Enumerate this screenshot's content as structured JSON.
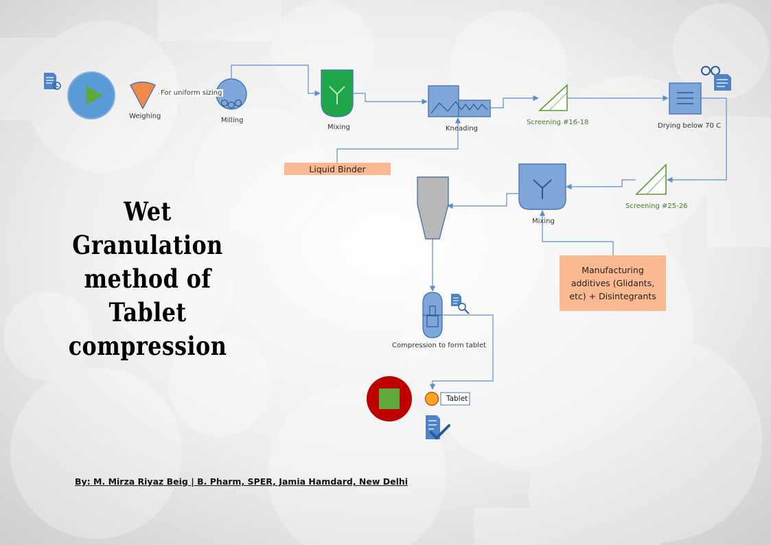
{
  "diagram": {
    "steps": {
      "weighing": "Weighing",
      "uniform_sizing": "For uniform sizing",
      "milling": "Milling",
      "mixing_1": "Mixing",
      "kneading": "Kneading",
      "screening_1": "Screening #16-18",
      "drying": "Drying below 70 C",
      "screening_2": "Screening #25-26",
      "mixing_2": "Mixing",
      "compression": "Compression to form tablet",
      "tablet": "Tablet"
    },
    "inputs": {
      "liquid_binder": "Liquid Binder",
      "additives_line1": "Manufacturing",
      "additives_line2": "additives (Glidants,",
      "additives_line3": "etc) + Disintegrants"
    },
    "title_lines": [
      "Wet Granulation",
      "method of Tablet",
      "compression"
    ],
    "credit": "By: M. Mirza Riyaz Beig | B. Pharm, SPER, Jamia Hamdard, New Delhi",
    "colors": {
      "equipment_blue": "#7fa6d9",
      "equipment_stroke": "#4a76b0",
      "mixing_green": "#1fa64a",
      "start_green": "#5fa83a",
      "stop_red": "#c00000",
      "screen_stroke": "#5a9a3a",
      "weighing_orange": "#f08a4b",
      "note_fill": "#fbb992",
      "flow_line": "#5b8fc7"
    }
  }
}
